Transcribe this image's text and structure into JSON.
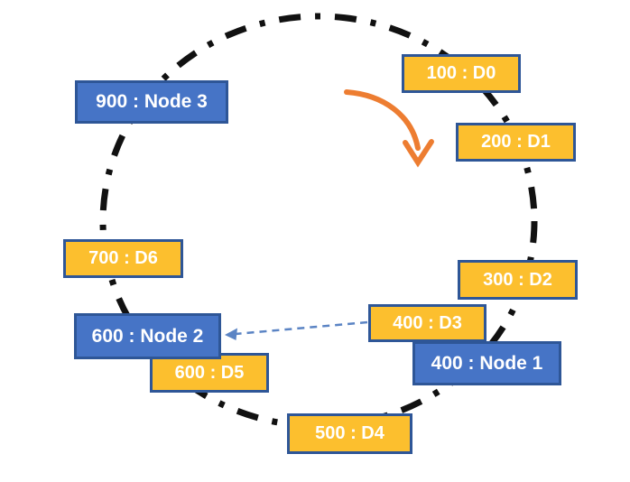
{
  "diagram": {
    "type": "consistent-hashing-ring",
    "background": "#ffffff",
    "colors": {
      "data_box_fill": "#FCBF2E",
      "data_box_border": "#2E5697",
      "node_box_fill": "#4674C6",
      "node_box_border": "#2E5697",
      "ring_stroke": "#111111",
      "direction_arrow": "#ED7D31",
      "assignment_arrow": "#5B84C4",
      "label_text": "#FFFFFF"
    },
    "ring": {
      "items": [
        {
          "label": "100 : D0",
          "type": "data",
          "hash": "100",
          "name": "D0"
        },
        {
          "label": "200 : D1",
          "type": "data",
          "hash": "200",
          "name": "D1"
        },
        {
          "label": "300 : D2",
          "type": "data",
          "hash": "300",
          "name": "D2"
        },
        {
          "label": "400 : D3",
          "type": "data",
          "hash": "400",
          "name": "D3"
        },
        {
          "label": "400 : Node 1",
          "type": "node",
          "hash": "400",
          "name": "Node 1"
        },
        {
          "label": "500 : D4",
          "type": "data",
          "hash": "500",
          "name": "D4"
        },
        {
          "label": "600 : D5",
          "type": "data",
          "hash": "600",
          "name": "D5"
        },
        {
          "label": "600 : Node 2",
          "type": "node",
          "hash": "600",
          "name": "Node 2"
        },
        {
          "label": "700 : D6",
          "type": "data",
          "hash": "700",
          "name": "D6"
        },
        {
          "label": "900 : Node 3",
          "type": "node",
          "hash": "900",
          "name": "Node 3"
        }
      ]
    },
    "arrows": [
      {
        "name": "clockwise-direction-arrow",
        "style": "solid-curved",
        "color": "#ED7D31"
      },
      {
        "name": "d3-assigned-to-node2-arrow",
        "style": "dashed",
        "color": "#5B84C4",
        "from": "400 : D3",
        "to": "600 : Node 2"
      }
    ]
  }
}
